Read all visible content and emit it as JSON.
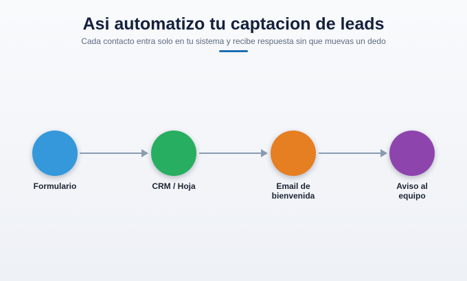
{
  "header": {
    "title": "Asi automatizo tu captacion de leads",
    "subtitle": "Cada contacto entra solo en tu sistema y recibe respuesta sin que muevas un dedo",
    "accent_color": "#1c6fb5"
  },
  "flow": {
    "steps": [
      {
        "label": "Formulario",
        "color": "#3498db"
      },
      {
        "label": "CRM / Hoja",
        "color": "#27ae60"
      },
      {
        "label": "Email de\nbienvenida",
        "color": "#e67e22"
      },
      {
        "label": "Aviso al\nequipo",
        "color": "#8e44ad"
      }
    ],
    "connector_color": "#8a9bb0"
  }
}
